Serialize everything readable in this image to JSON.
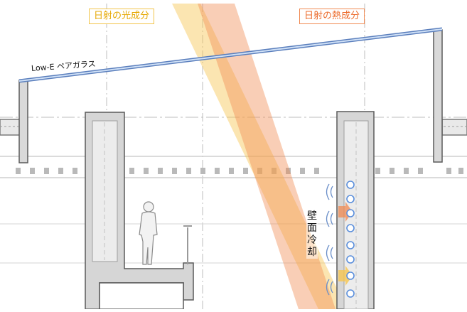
{
  "labels": {
    "light_component": "日射の光成分",
    "heat_component": "日射の熱成分",
    "glass": "Low-E ペアガラス",
    "wall_cooling": "壁面冷却"
  },
  "colors": {
    "light": "#f6c651",
    "heat": "#f08a52",
    "glass": "#7fa7dc",
    "wall": "#8a8a8a",
    "wall_fill": "#dedede",
    "pipe": "#5b8fdc",
    "slab": "#cfcfcf"
  },
  "icons": {
    "person": "person-silhouette-icon",
    "pipe": "cooling-pipe-circle-icon",
    "wave": "radiant-wave-icon",
    "arrow": "heat-arrow-icon"
  }
}
